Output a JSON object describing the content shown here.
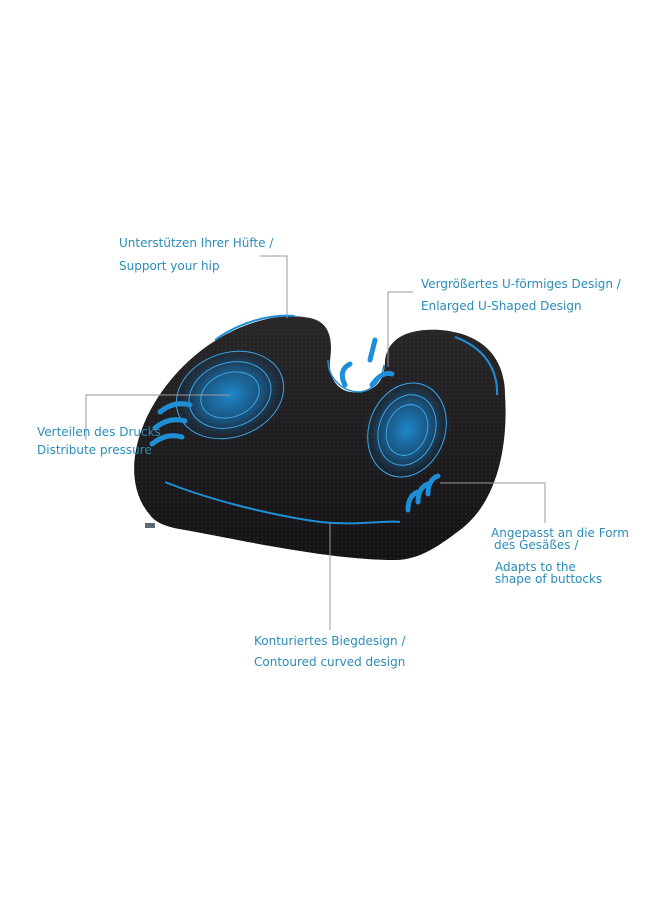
{
  "image": {
    "subject": "Black memory foam U-shaped seat cushion with blue pressure zone illustrations",
    "background": "#ffffff",
    "accent_color": "#2a8cb8",
    "cushion_color": "#1c1a1c",
    "highlight_color": "#1e8fd6",
    "leader_line_color": "#9a9a9a"
  },
  "callouts": [
    {
      "id": "hip",
      "line1": "Unterstützen Ihrer Hüfte /",
      "line2": "Support your hip"
    },
    {
      "id": "u-shape",
      "line1": "Vergrößertes U-förmiges Design /",
      "line2": "Enlarged U-Shaped Design"
    },
    {
      "id": "pressure",
      "line1": "Verteilen des Drucks",
      "line2": "Distribute pressure"
    },
    {
      "id": "buttocks",
      "line1": "Angepasst an die Form",
      "line2": "des Gesäßes /",
      "line3": "Adapts to the",
      "line4": "shape of buttocks"
    },
    {
      "id": "contour",
      "line1": "Konturiertes Biegdesign /",
      "line2": "Contoured curved design"
    }
  ]
}
